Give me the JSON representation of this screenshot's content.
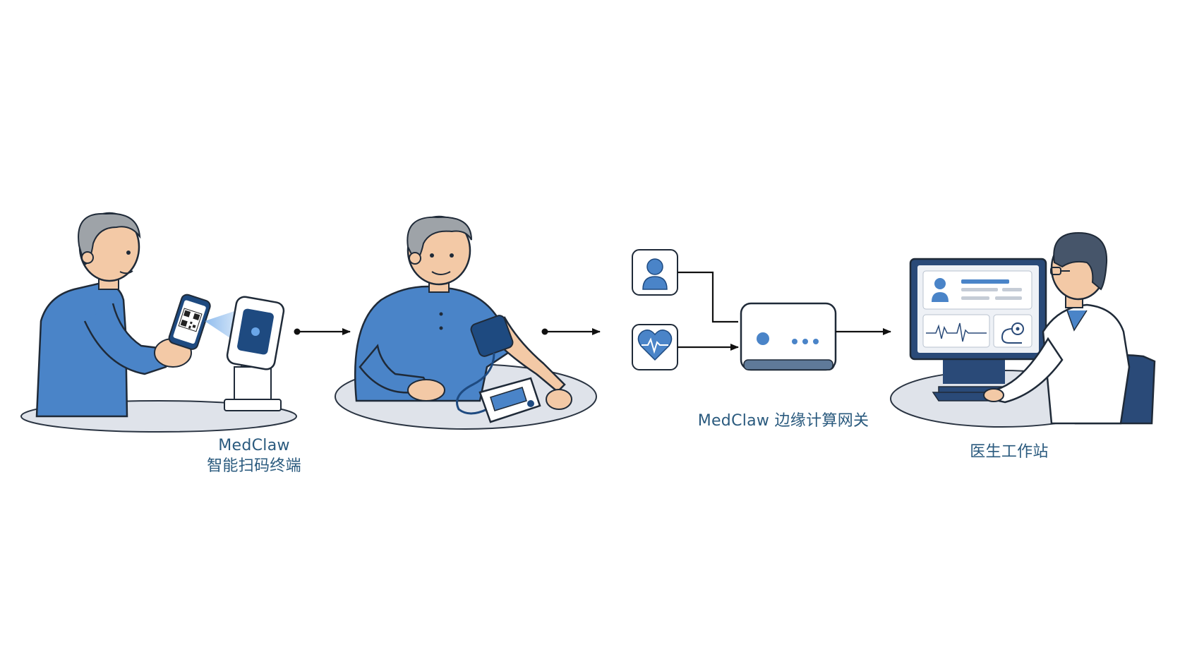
{
  "colors": {
    "primary_blue": "#4a84c8",
    "dark_blue": "#1e4a80",
    "navy": "#2a4a78",
    "skin": "#f3c9a6",
    "hair_gray": "#9ea3a8",
    "doctor_hair": "#46556a",
    "table_gray": "#dfe3ea",
    "device_white": "#ffffff",
    "outline": "#1f2a38",
    "caption_text": "#2a5a7e"
  },
  "captions": {
    "terminal": {
      "line1": "MedClaw",
      "line2": "智能扫码终端"
    },
    "gateway": "MedClaw 边缘计算网关",
    "doctor": "医生工作站"
  },
  "icons": {
    "patient_scan": "elderly-man-scanning-qr-phone-icon",
    "qr_terminal": "qr-scanner-terminal-icon",
    "bp_measure": "blood-pressure-monitor-icon",
    "patient_id": "user-profile-icon",
    "heart_rate": "heart-pulse-icon",
    "gateway": "edge-gateway-box-icon",
    "workstation": "doctor-workstation-icon",
    "stethoscope": "stethoscope-icon",
    "ecg": "ecg-waveform-icon",
    "arrow": "right-arrow-icon"
  }
}
